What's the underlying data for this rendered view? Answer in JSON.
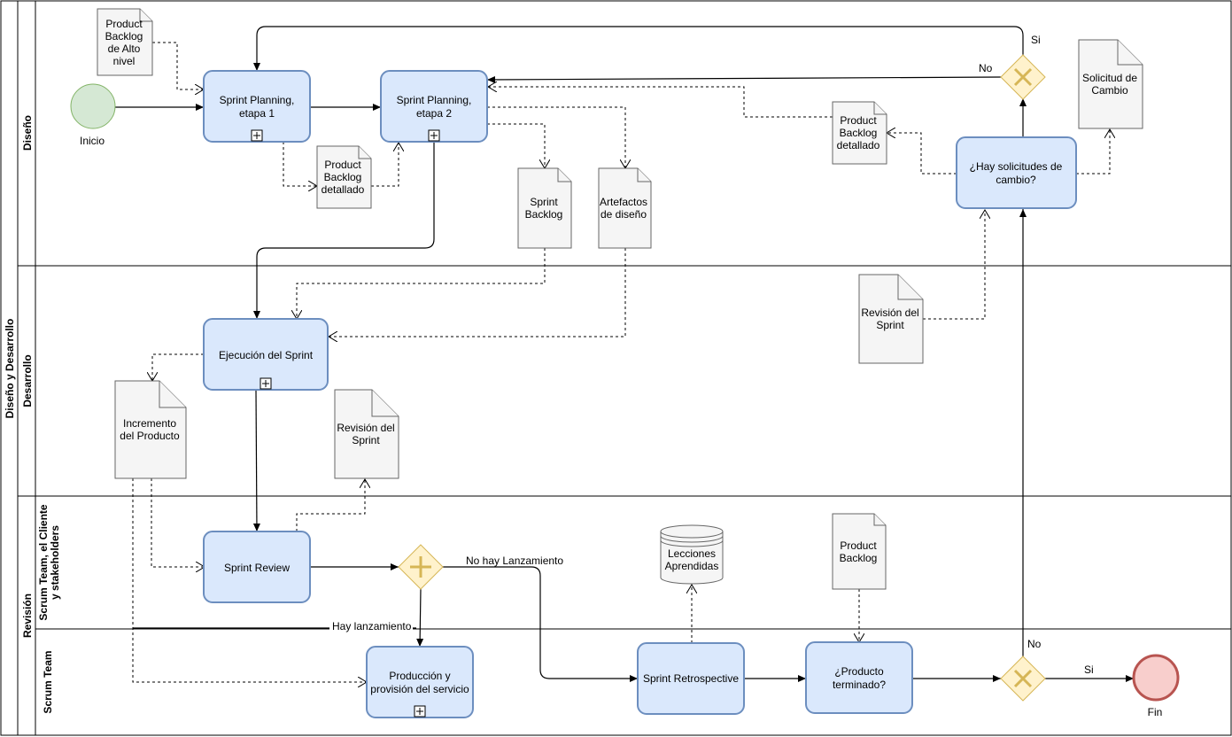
{
  "pool": {
    "label": "Diseño y Desarrollo"
  },
  "lanes": {
    "diseno": "Diseño",
    "desarrollo": "Desarrollo",
    "revision": "Revisión",
    "sub_cliente": [
      "Scrum Team, el Cliente",
      "y stakeholders"
    ],
    "sub_scrum": "Scrum Team"
  },
  "events": {
    "start": "Inicio",
    "end": "Fin"
  },
  "tasks": {
    "sp1": [
      "Sprint Planning,",
      "etapa 1"
    ],
    "sp2": [
      "Sprint Planning,",
      "etapa 2"
    ],
    "solicitudes": [
      "¿Hay solicitudes de",
      "cambio?"
    ],
    "ejecucion": [
      "Ejecución del Sprint"
    ],
    "review": [
      "Sprint Review"
    ],
    "produccion": [
      "Producción y",
      "provisión del servicio"
    ],
    "retro": [
      "Sprint Retrospective"
    ],
    "terminado": [
      "¿Producto",
      "terminado?"
    ]
  },
  "documents": {
    "pb_alto": [
      "Product",
      "Backlog",
      "de Alto",
      "nivel"
    ],
    "pb_det1": [
      "Product",
      "Backlog",
      "detallado"
    ],
    "sprint_backlog": [
      "Sprint",
      "Backlog"
    ],
    "artefactos": [
      "Artefactos",
      "de diseño"
    ],
    "pb_det2": [
      "Product",
      "Backlog",
      "detallado"
    ],
    "solicitud_cambio": [
      "Solicitud de",
      "Cambio"
    ],
    "revision1": [
      "Revisión del",
      "Sprint"
    ],
    "incremento": [
      "Incremento",
      "del Producto"
    ],
    "revision2": [
      "Revisión del",
      "Sprint"
    ],
    "product_backlog": [
      "Product",
      "Backlog"
    ]
  },
  "datastore": {
    "lecciones": [
      "Lecciones",
      "Aprendidas"
    ]
  },
  "flow_labels": {
    "si_top": "Si",
    "no_top": "No",
    "no_lanzamiento": "No hay Lanzamiento",
    "hay_lanzamiento": "Hay lanzamiento",
    "no_bottom": "No",
    "si_bottom": "Si"
  },
  "colors": {
    "task_fill": "#dae8fc",
    "task_stroke": "#6c8ebf",
    "doc_fill": "#f5f5f5",
    "doc_stroke": "#666666",
    "gateway_fill": "#fff2cc",
    "gateway_stroke": "#d6b656",
    "start_fill": "#d5e8d4",
    "start_stroke": "#82b366",
    "end_fill": "#f8cecc",
    "end_stroke": "#b85450"
  }
}
